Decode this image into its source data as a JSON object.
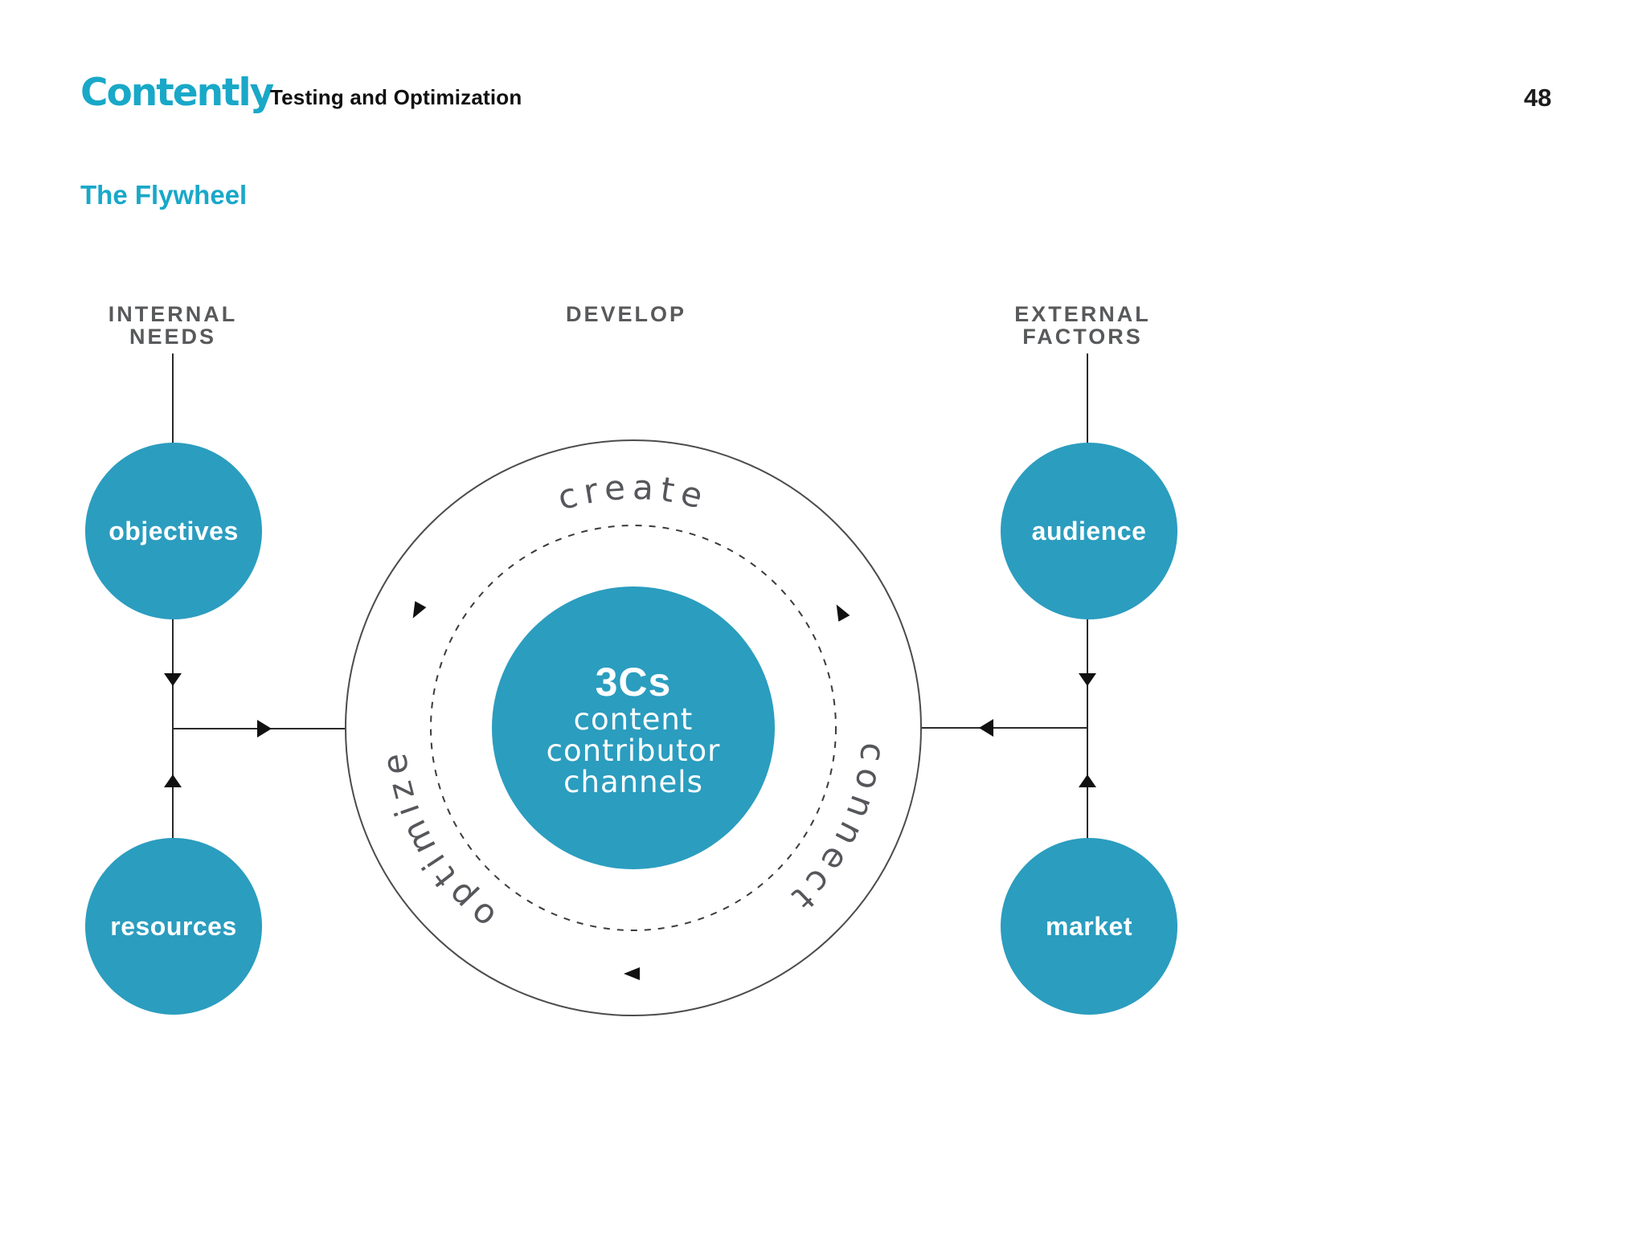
{
  "header": {
    "logo": "Contently",
    "subtitle": "Testing and Optimization",
    "page_number": "48"
  },
  "title": "The Flywheel",
  "colors": {
    "brand_teal": "#19a8c8",
    "node_teal": "#2b9dbf",
    "gray_label": "#58595b",
    "line": "#2b2b2b"
  },
  "diagram": {
    "column_headers": {
      "internal": {
        "line1": "INTERNAL",
        "line2": "NEEDS"
      },
      "develop": "DEVELOP",
      "external": {
        "line1": "EXTERNAL",
        "line2": "FACTORS"
      }
    },
    "nodes": {
      "objectives": "objectives",
      "resources": "resources",
      "audience": "audience",
      "market": "market"
    },
    "ring": {
      "top_word": "create",
      "left_word": "optimize",
      "right_word": "connect"
    },
    "center": {
      "title": "3Cs",
      "lines": [
        "content",
        "contributor",
        "channels"
      ]
    }
  }
}
